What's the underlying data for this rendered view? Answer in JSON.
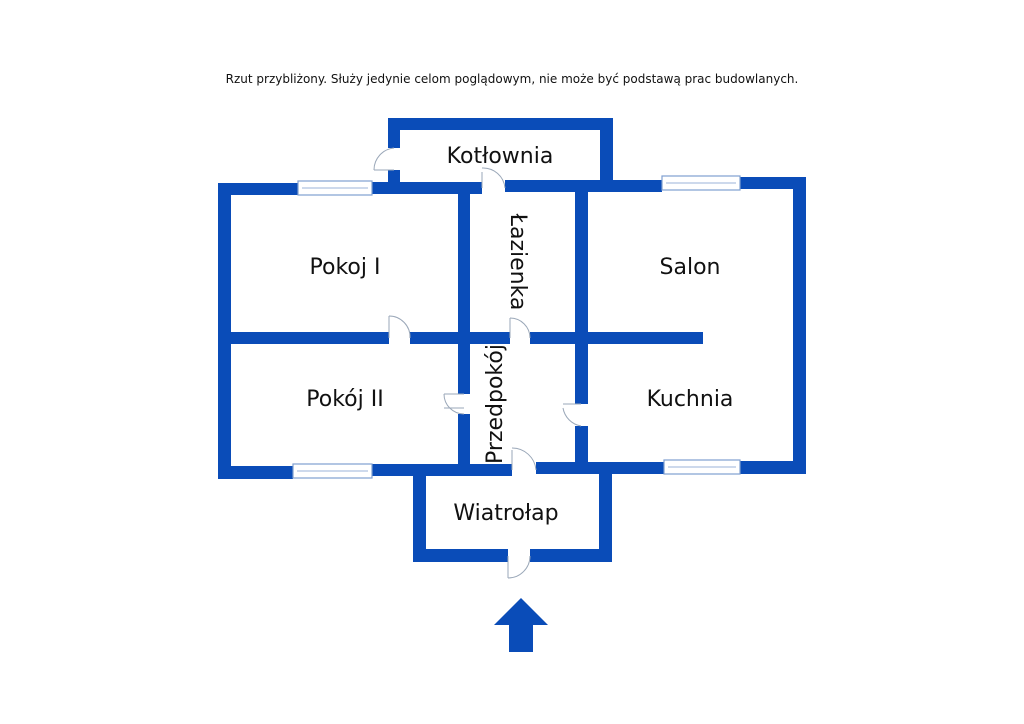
{
  "disclaimer": "Rzut przybliżony. Służy jedynie celom poglądowym, nie może być podstawą prac budowlanych.",
  "rooms": {
    "kotlownia": "Kotłownia",
    "pokoj_1": "Pokoj I",
    "lazienka": "Łazienka",
    "salon": "Salon",
    "pokoj_2": "Pokój II",
    "przedpokoj": "Przedpokój",
    "kuchnia": "Kuchnia",
    "wiatrolap": "Wiatrołap"
  },
  "colors": {
    "walls": "#0a4cb8",
    "background": "#ffffff"
  },
  "icons": {
    "entrance": "entrance-arrow-icon"
  }
}
